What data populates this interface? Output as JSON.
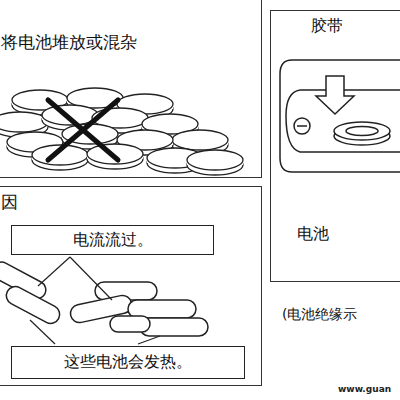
{
  "diagram": {
    "nodes": [
      {
        "text": [
          "将电池堆放或混杂"
        ]
      },
      {
        "text": [
          "因"
        ]
      },
      {
        "text": [
          "电流流过。"
        ],
        "in": 1
      },
      {
        "text": [
          "这些电池会发热。"
        ],
        "in": 1
      },
      {
        "text": [
          "胶带",
          "电池"
        ]
      }
    ],
    "labels": [
      "(电池绝缘示",
      "www.guan"
    ]
  }
}
